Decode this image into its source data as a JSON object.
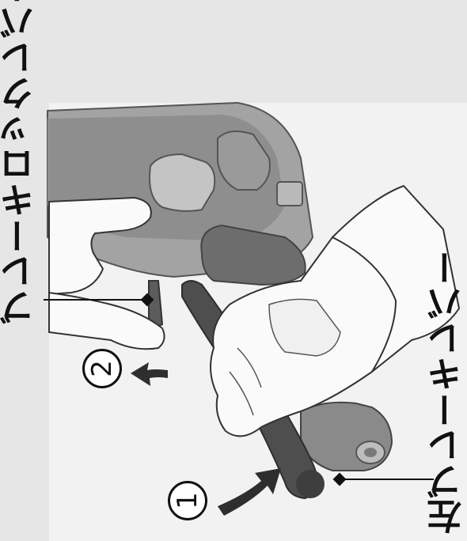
{
  "labels": {
    "brake_lock_lever": "ブレーキロックレバー",
    "left_brake_lever": "左ブレーキレバー"
  },
  "steps": {
    "step_1": "1",
    "step_2": "2"
  },
  "colors": {
    "background": "#e6e6e6",
    "panel": "#f0f0f0",
    "housing": "#9c9c9c",
    "housing_dark": "#6f6f6f",
    "glove": "#fafafa",
    "ink": "#111111"
  }
}
